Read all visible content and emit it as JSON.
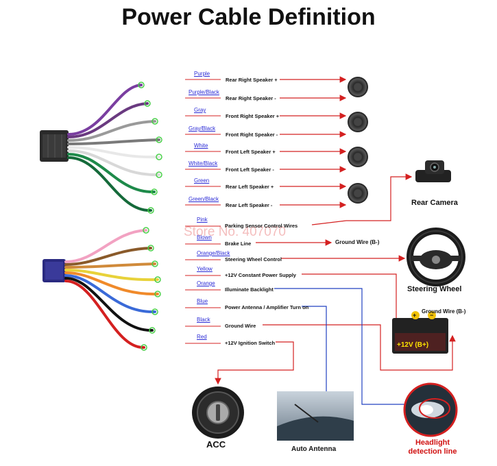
{
  "title": "Power Cable Definition",
  "watermark": "Store No. 407070",
  "colors": {
    "label_text": "#2b2bd6",
    "arrow_red": "#d42020",
    "connector_blue": "#2040c0",
    "node_green": "#49d049"
  },
  "speaker_wires": [
    {
      "color_name": "Purple",
      "function": "Rear Right Speaker +",
      "hex": "#7a3ea0"
    },
    {
      "color_name": "Purple/Black",
      "function": "Rear Right Speaker -",
      "hex": "#6a3a80"
    },
    {
      "color_name": "Gray",
      "function": "Front Right Speaker +",
      "hex": "#9a9a9a"
    },
    {
      "color_name": "Gray/Black",
      "function": "Front Right Speaker -",
      "hex": "#7a7a7a"
    },
    {
      "color_name": "White",
      "function": "Front Left Speaker +",
      "hex": "#e8e8e8"
    },
    {
      "color_name": "White/Black",
      "function": "Front Left Speaker -",
      "hex": "#d8d8d8"
    },
    {
      "color_name": "Green",
      "function": "Rear Left Speaker +",
      "hex": "#1e8a4a"
    },
    {
      "color_name": "Green/Black",
      "function": "Rear Left Speaker -",
      "hex": "#156a3a"
    }
  ],
  "power_wires": [
    {
      "color_name": "Pink",
      "function": "Parking Sensor Control Wires",
      "hex": "#f2a2c2"
    },
    {
      "color_name": "Blown",
      "function": "Brake Line",
      "hex": "#8a5a2a"
    },
    {
      "color_name": "Orange/Black",
      "function": "Steering Wheel Control",
      "hex": "#d08a3a"
    },
    {
      "color_name": "Yellow",
      "function": "+12V Constant Power Supply",
      "hex": "#e8d23a"
    },
    {
      "color_name": "Orange",
      "function": "Illuminate Backlight",
      "hex": "#f08a2a"
    },
    {
      "color_name": "Blue",
      "function": "Power Antenna / Amplifier Turn on",
      "hex": "#3a6ad8"
    },
    {
      "color_name": "Black",
      "function": "Ground Wire",
      "hex": "#111111"
    },
    {
      "color_name": "Red",
      "function": "+12V  Ignition Switch",
      "hex": "#d42020"
    }
  ],
  "brake_ground": "Ground Wire (B-)",
  "battery_ground": "Ground Wire (B-)",
  "battery_label": "+12V  (B+)",
  "captions": {
    "rear_camera": "Rear Camera",
    "steering_wheel": "Steering Wheel",
    "acc": "ACC",
    "auto_antenna": "Auto Antenna",
    "headlight": "Headlight detection line"
  },
  "icons": [
    "speaker-icon",
    "camera-icon",
    "steering-wheel-icon",
    "battery-icon",
    "ignition-switch-icon",
    "car-antenna-icon",
    "headlight-icon"
  ]
}
